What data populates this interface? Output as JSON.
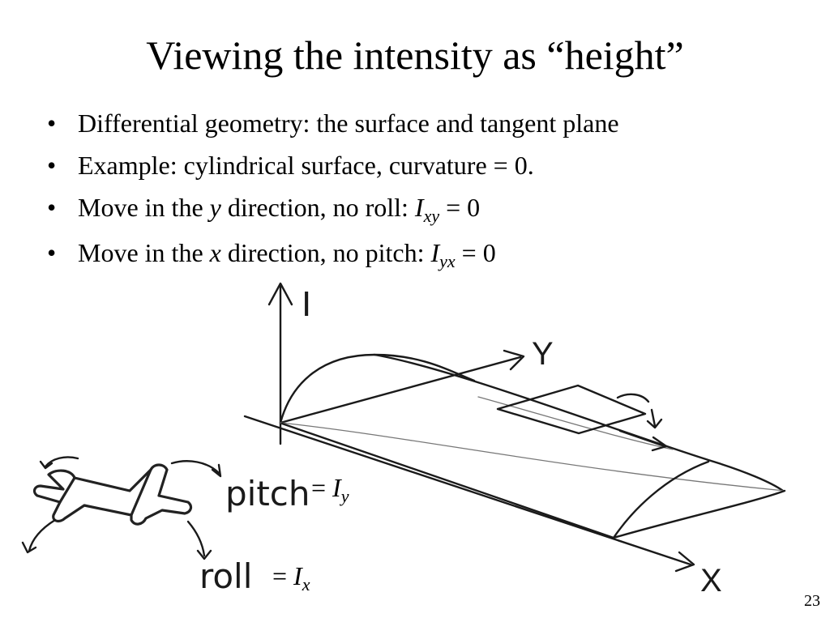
{
  "slide": {
    "title": "Viewing the intensity as “height”",
    "page_number": "23"
  },
  "bullets": [
    {
      "text": "Differential geometry: the surface and tangent plane"
    },
    {
      "text": "Example: cylindrical surface, curvature = 0."
    },
    {
      "pre": "Move in the ",
      "var": "y",
      "mid": " direction, no roll: ",
      "sym": "I",
      "sub": "xy",
      "post": " = 0"
    },
    {
      "pre": "Move in the ",
      "var": "x",
      "mid": " direction, no pitch: ",
      "sym": "I",
      "sub": "yx",
      "post": " = 0"
    }
  ],
  "sketch": {
    "axis_labels": {
      "vertical": "I",
      "depth": "Y",
      "horizontal": "X"
    },
    "motion_labels": {
      "pitch": "pitch",
      "roll": "roll"
    },
    "pitch_eq": {
      "eq": "= ",
      "sym": "I",
      "sub": "y"
    },
    "roll_eq": {
      "eq": "= ",
      "sym": "I",
      "sub": "x"
    }
  }
}
